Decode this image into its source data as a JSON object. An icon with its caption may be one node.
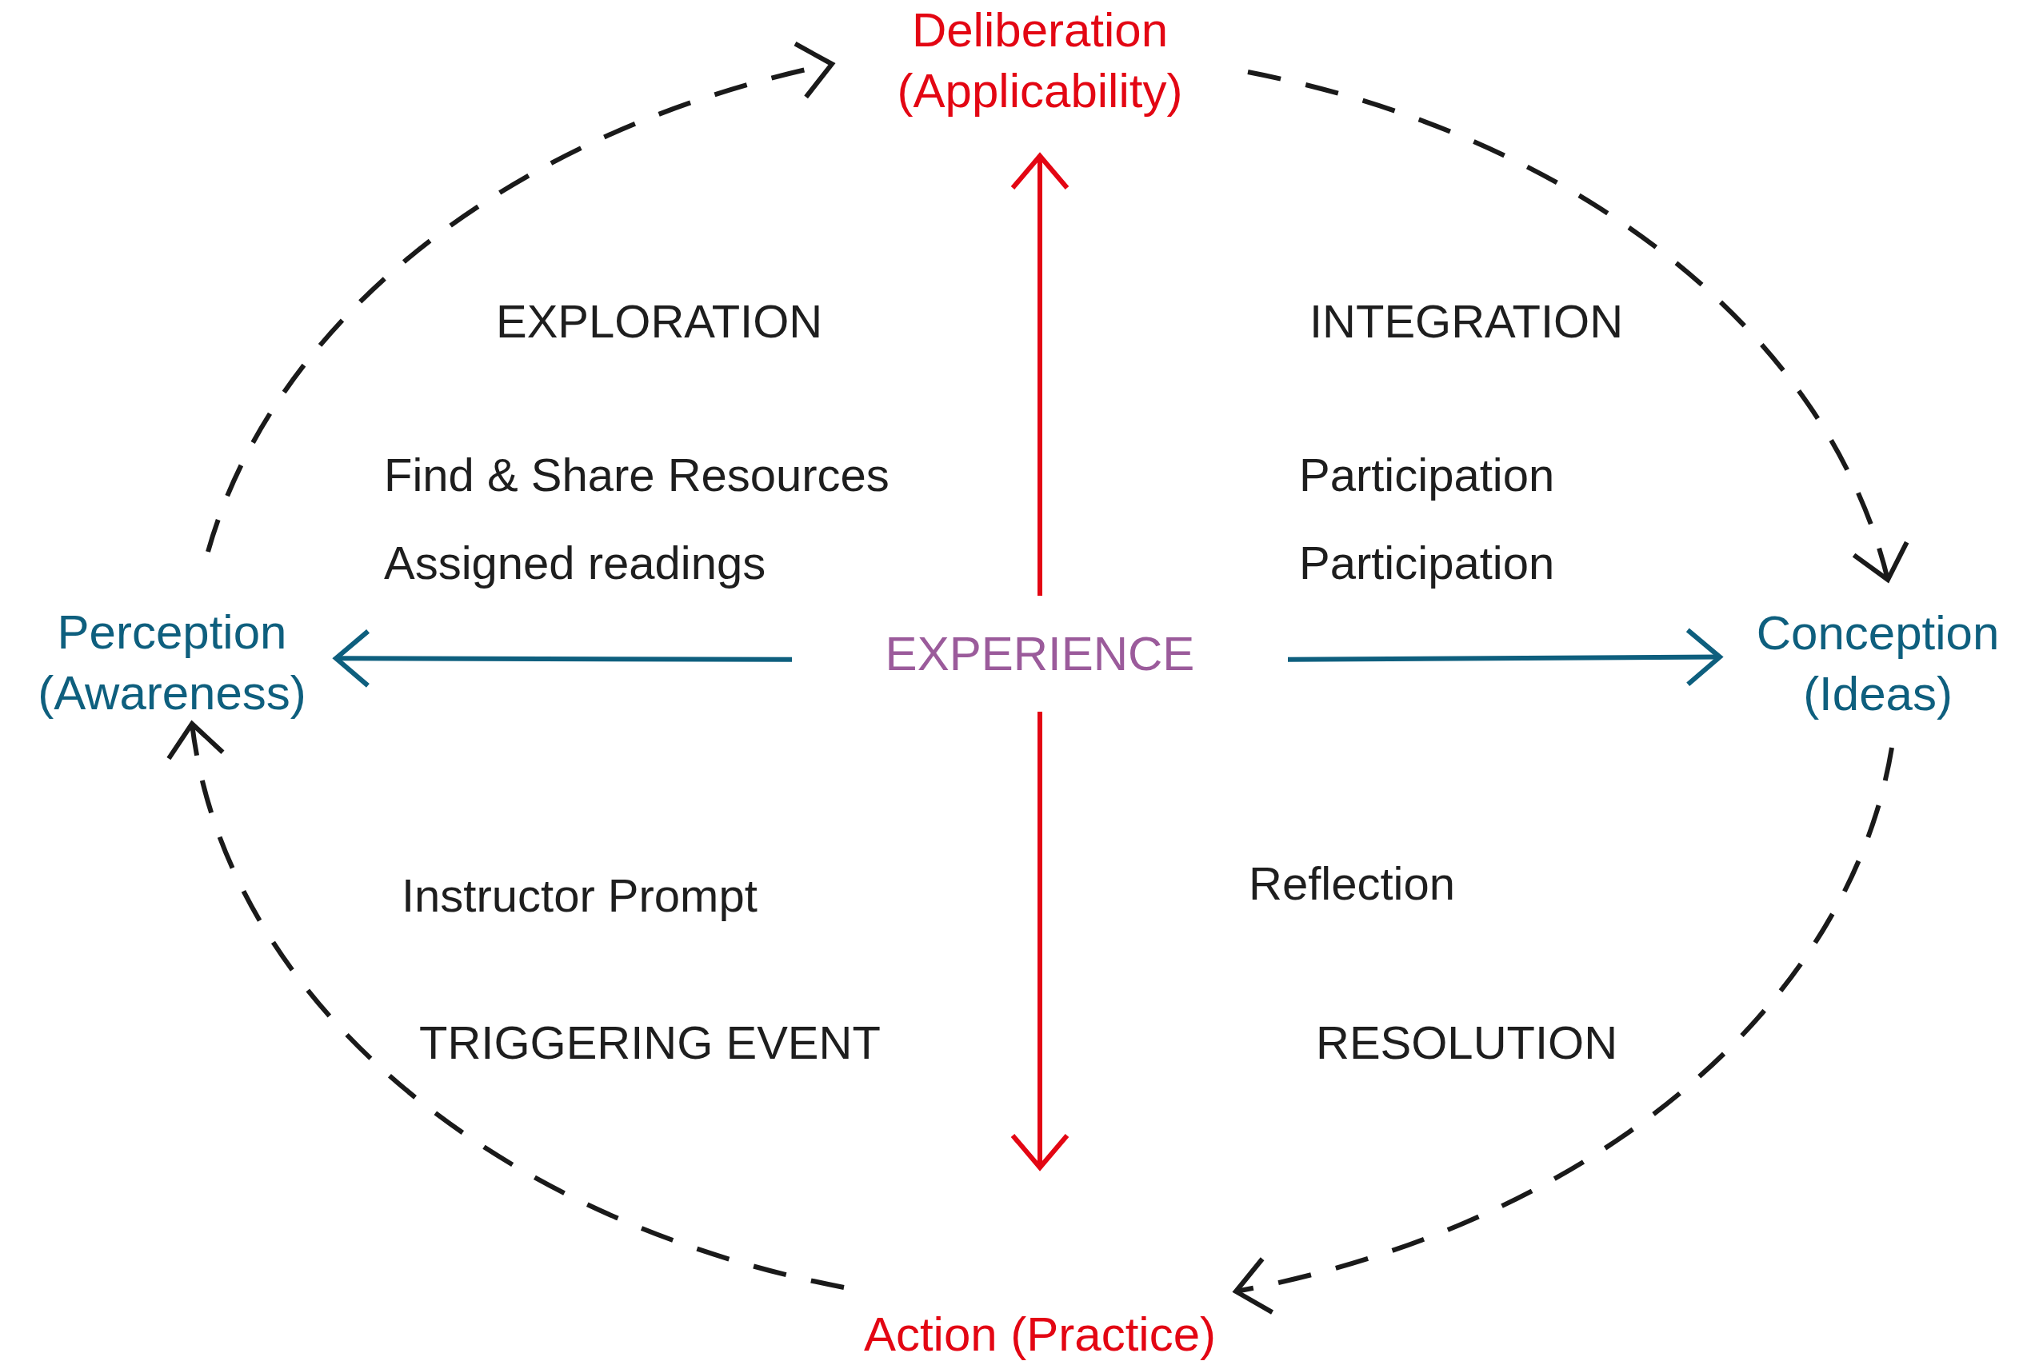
{
  "diagram": {
    "nodes": [
      {
        "text": [
          "Deliberation (Applicability)"
        ]
      },
      {
        "text": [
          "Perception (Awareness)"
        ]
      },
      {
        "text": [
          "EXPERIENCE"
        ]
      },
      {
        "text": [
          "Conception (Ideas)"
        ]
      },
      {
        "text": [
          "Action (Practice)"
        ]
      }
    ],
    "edges": [
      {
        "from": 1,
        "to": 0,
        "arrow": "to",
        "style": "dashed"
      },
      {
        "from": 0,
        "to": 3,
        "arrow": "to",
        "style": "dashed"
      },
      {
        "from": 3,
        "to": 4,
        "arrow": "to",
        "style": "dashed"
      },
      {
        "from": 4,
        "to": 1,
        "arrow": "to",
        "style": "dashed"
      },
      {
        "from": 2,
        "to": 0,
        "arrow": "to",
        "color": "#e30613"
      },
      {
        "from": 2,
        "to": 4,
        "arrow": "to",
        "color": "#e30613"
      },
      {
        "from": 2,
        "to": 1,
        "arrow": "to",
        "color": "#0e5f7e"
      },
      {
        "from": 2,
        "to": 3,
        "arrow": "to",
        "color": "#0e5f7e"
      }
    ],
    "labels": [
      "EXPLORATION",
      "INTEGRATION",
      "Find & Share Resources",
      "Participation",
      "Assigned readings",
      "Participation",
      "Instructor Prompt",
      "Reflection",
      "TRIGGERING EVENT",
      "RESOLUTION"
    ]
  }
}
